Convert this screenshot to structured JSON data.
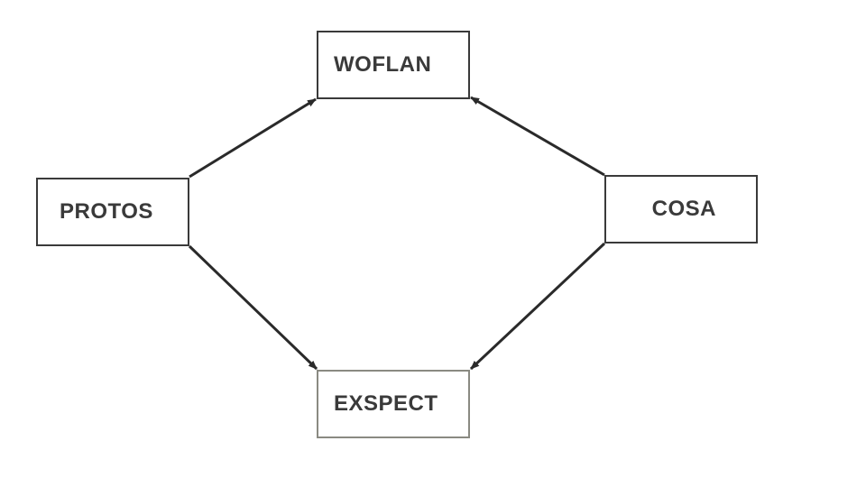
{
  "diagram": {
    "nodes": [
      {
        "id": "woflan",
        "label": "WOFLAN"
      },
      {
        "id": "protos",
        "label": "PROTOS"
      },
      {
        "id": "cosa",
        "label": "COSA"
      },
      {
        "id": "exspect",
        "label": "EXSPECT"
      }
    ],
    "edges": [
      {
        "from": "protos",
        "to": "woflan"
      },
      {
        "from": "protos",
        "to": "exspect"
      },
      {
        "from": "cosa",
        "to": "woflan"
      },
      {
        "from": "cosa",
        "to": "exspect"
      }
    ],
    "colors": {
      "node_border": "#3a3a3a",
      "node_border_exspect": "#8a8a82",
      "text": "#3a3a3a",
      "arrow": "#2a2a2a",
      "background": "#ffffff"
    }
  }
}
